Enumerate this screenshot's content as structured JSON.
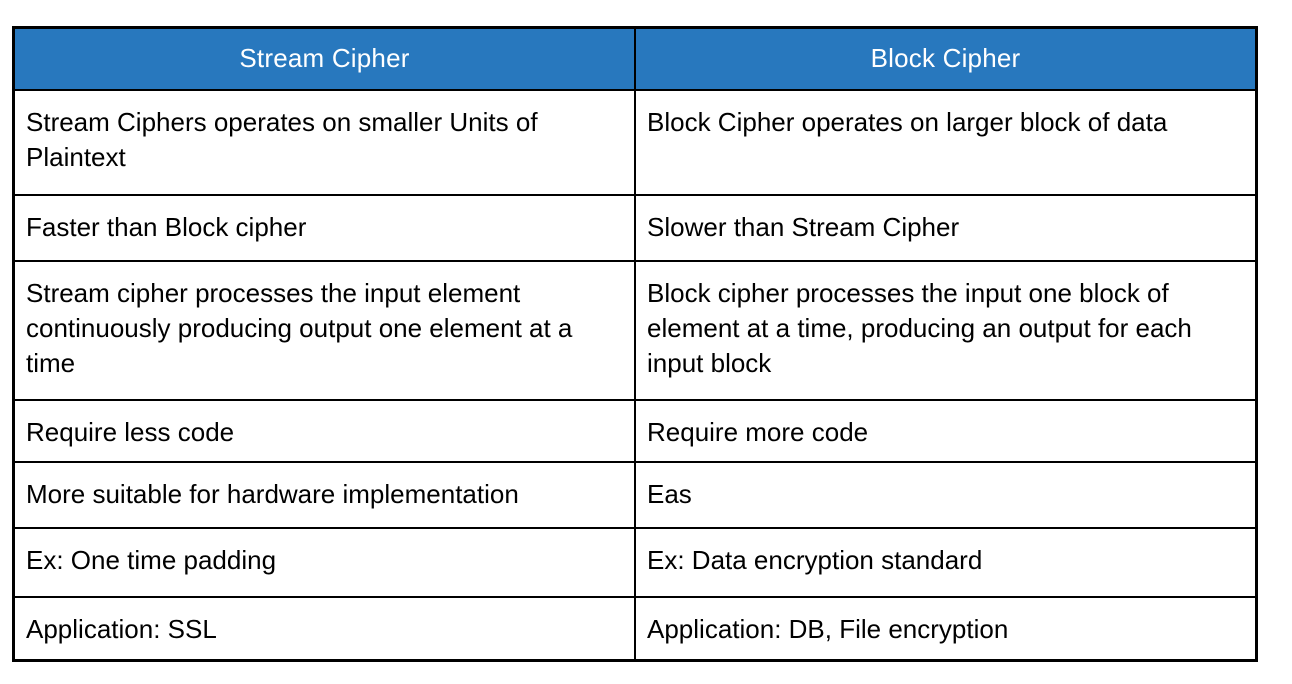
{
  "colors": {
    "header_bg": "#2878BE",
    "header_text": "#FFFFFF",
    "border": "#000000",
    "page_bg": "#FFFFFF"
  },
  "table": {
    "columns": [
      "Stream Cipher",
      "Block Cipher"
    ],
    "rows": [
      {
        "stream": "Stream Ciphers operates on smaller Units of Plaintext",
        "block": "Block Cipher operates on larger block of data"
      },
      {
        "stream": "Faster than Block cipher",
        "block": "Slower than Stream Cipher"
      },
      {
        "stream": "Stream cipher processes the input element continuously producing output one element at a time",
        "block": "Block cipher processes the input one block of element at a time, producing an output for each input block"
      },
      {
        "stream": "Require less code",
        "block": "Require more code"
      },
      {
        "stream": "More suitable for hardware implementation",
        "block": "Eas"
      },
      {
        "stream": "Ex: One time padding",
        "block": "Ex: Data encryption standard"
      },
      {
        "stream": "Application: SSL",
        "block": "Application: DB, File encryption"
      }
    ]
  }
}
